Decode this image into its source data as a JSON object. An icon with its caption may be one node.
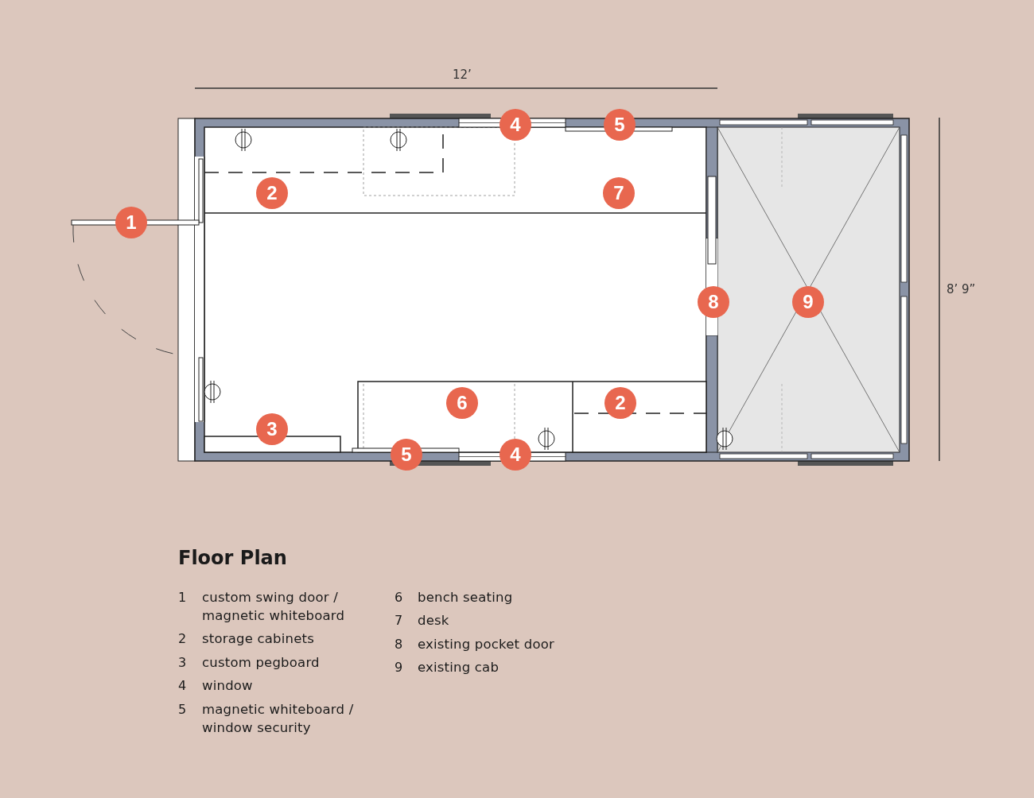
{
  "diagram": {
    "title": "Floor Plan",
    "labels": [
      "12’",
      "4",
      "5",
      "2",
      "7",
      "1",
      "8",
      "9",
      "6",
      "2",
      "3",
      "5",
      "4",
      "8’ 9”",
      "1",
      "custom swing door / magnetic whiteboard",
      "2",
      "storage cabinets",
      "3",
      "custom pegboard",
      "4",
      "window",
      "5",
      "magnetic whiteboard / window security",
      "6",
      "bench seating",
      "7",
      "desk",
      "8",
      "existing pocket door",
      "9",
      "existing cab"
    ]
  }
}
